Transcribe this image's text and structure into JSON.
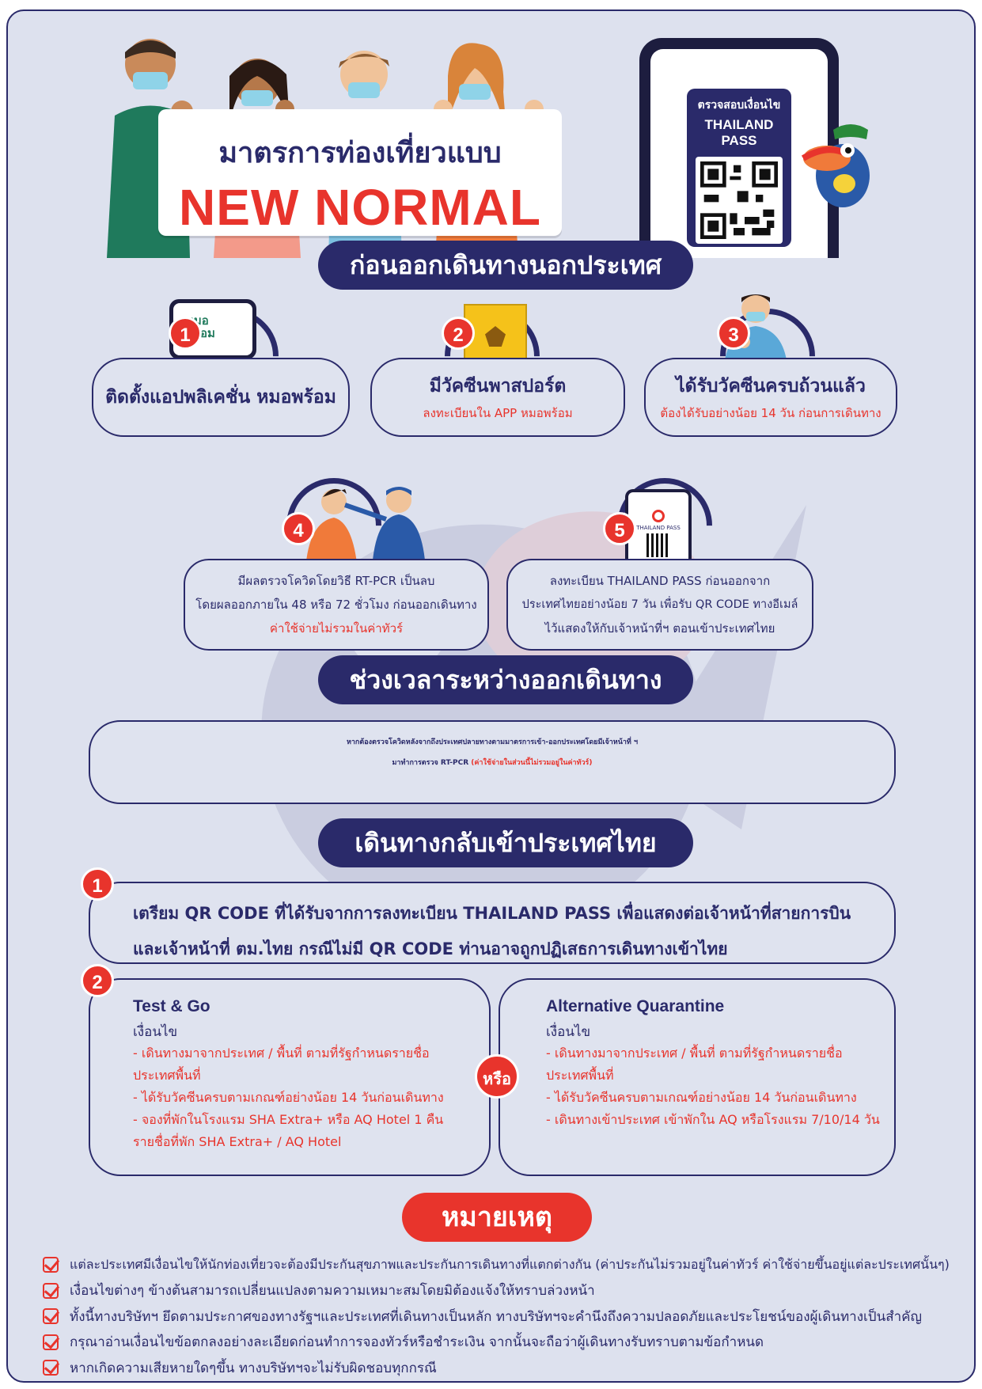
{
  "hero": {
    "sign_line1": "มาตรการท่องเที่ยวแบบ",
    "sign_line2": "NEW NORMAL",
    "phone_line1": "ตรวจสอบเงื่อนไข",
    "phone_line2": "THAILAND PASS"
  },
  "section_before": {
    "title": "ก่อนออกเดินทางนอกประเทศ",
    "steps": [
      {
        "num": "1",
        "main": "ติดตั้งแอปพลิเคชั่น หมอพร้อม",
        "sub": "",
        "app_logo_1": "หมอ",
        "app_logo_2": "พร้อม"
      },
      {
        "num": "2",
        "main": "มีวัคซีนพาสปอร์ต",
        "sub": "ลงทะเบียนใน APP หมอพร้อม"
      },
      {
        "num": "3",
        "main": "ได้รับวัคซีนครบถ้วนแล้ว",
        "sub": "ต้องได้รับอย่างน้อย 14 วัน ก่อนการเดินทาง"
      },
      {
        "num": "4",
        "lines": [
          "มีผลตรวจโควิดโดยวิธี RT-PCR เป็นลบ",
          "โดยผลออกภายใน 48 หรือ 72 ชั่วโมง ก่อนออกเดินทาง"
        ],
        "red": "ค่าใช้จ่ายไม่รวมในค่าทัวร์"
      },
      {
        "num": "5",
        "lines": [
          "ลงทะเบียน THAILAND PASS ก่อนออกจาก",
          "ประเทศไทยอย่างน้อย 7 วัน เพื่อรับ QR CODE ทางอีเมล์",
          "ไว้แสดงให้กับเจ้าหน้าที่ฯ ตอนเข้าประเทศไทย"
        ],
        "thumb_label": "THAILAND PASS"
      }
    ]
  },
  "section_during": {
    "title": "ช่วงเวลาระหว่างออกเดินทาง",
    "line1": "หากต้องตรวจโควิดหลังจากถึงประเทศปลายทางตามมาตรการเข้า-ออกประเทศโดยมีเจ้าหน้าที่ ฯ",
    "line2": "มาทำการตรวจ RT-PCR",
    "line2_red": "(ค่าใช้จ่ายในส่วนนี้ไม่รวมอยู่ในค่าทัวร์)"
  },
  "section_return": {
    "title": "เดินทางกลับเข้าประเทศไทย",
    "step1": {
      "num": "1",
      "line1": "เตรียม QR CODE ที่ได้รับจากการลงทะเบียน THAILAND PASS เพื่อแสดงต่อเจ้าหน้าที่สายการบิน",
      "line2": "และเจ้าหน้าที่ ตม.ไทย กรณีไม่มี QR CODE ท่านอาจถูกปฏิเสธการเดินทางเข้าไทย"
    },
    "step2_num": "2",
    "or_label": "หรือ",
    "test_go": {
      "title": "Test & Go",
      "label": "เงื่อนไข",
      "items": [
        "- เดินทางมาจากประเทศ / พื้นที่ ตามที่รัฐกำหนดรายชื่อ",
        "ประเทศพื้นที่",
        "- ได้รับวัคซีนครบตามเกณฑ์อย่างน้อย 14 วันก่อนเดินทาง",
        "- จองที่พักในโรงแรม SHA Extra+ หรือ AQ Hotel 1 คืน",
        "รายชื่อที่พัก SHA Extra+ / AQ Hotel"
      ]
    },
    "alt_q": {
      "title": "Alternative Quarantine",
      "label": "เงื่อนไข",
      "items": [
        "- เดินทางมาจากประเทศ / พื้นที่ ตามที่รัฐกำหนดรายชื่อ",
        "ประเทศพื้นที่",
        "- ได้รับวัคซีนครบตามเกณฑ์อย่างน้อย 14 วันก่อนเดินทาง",
        "- เดินทางเข้าประเทศ เข้าพักใน AQ หรือโรงแรม 7/10/14 วัน"
      ]
    }
  },
  "notes": {
    "title": "หมายเหตุ",
    "items": [
      "แต่ละประเทศมีเงื่อนไขให้นักท่องเที่ยวจะต้องมีประกันสุขภาพและประกันการเดินทางที่แตกต่างกัน (ค่าประกันไม่รวมอยู่ในค่าทัวร์ ค่าใช้จ่ายขึ้นอยู่แต่ละประเทศนั้นๆ)",
      "เงื่อนไขต่างๆ ข้างต้นสามารถเปลี่ยนแปลงตามความเหมาะสมโดยมิต้องแจ้งให้ทราบล่วงหน้า",
      "ทั้งนี้ทางบริษัทฯ ยึดตามประกาศของทางรัฐฯและประเทศที่เดินทางเป็นหลัก ทางบริษัทฯจะคำนึงถึงความปลอดภัยและประโยชน์ของผู้เดินทางเป็นสำคัญ",
      "กรุณาอ่านเงื่อนไขข้อตกลงอย่างละเอียดก่อนทำการจองทัวร์หรือชำระเงิน จากนั้นจะถือว่าผู้เดินทางรับทราบตามข้อกำหนด",
      "หากเกิดความเสียหายใดๆขึ้น ทางบริษัทฯจะไม่รับผิดชอบทุกกรณี"
    ]
  },
  "colors": {
    "navy": "#2a2a6a",
    "red": "#e8342c",
    "background": "#dde1ee"
  }
}
